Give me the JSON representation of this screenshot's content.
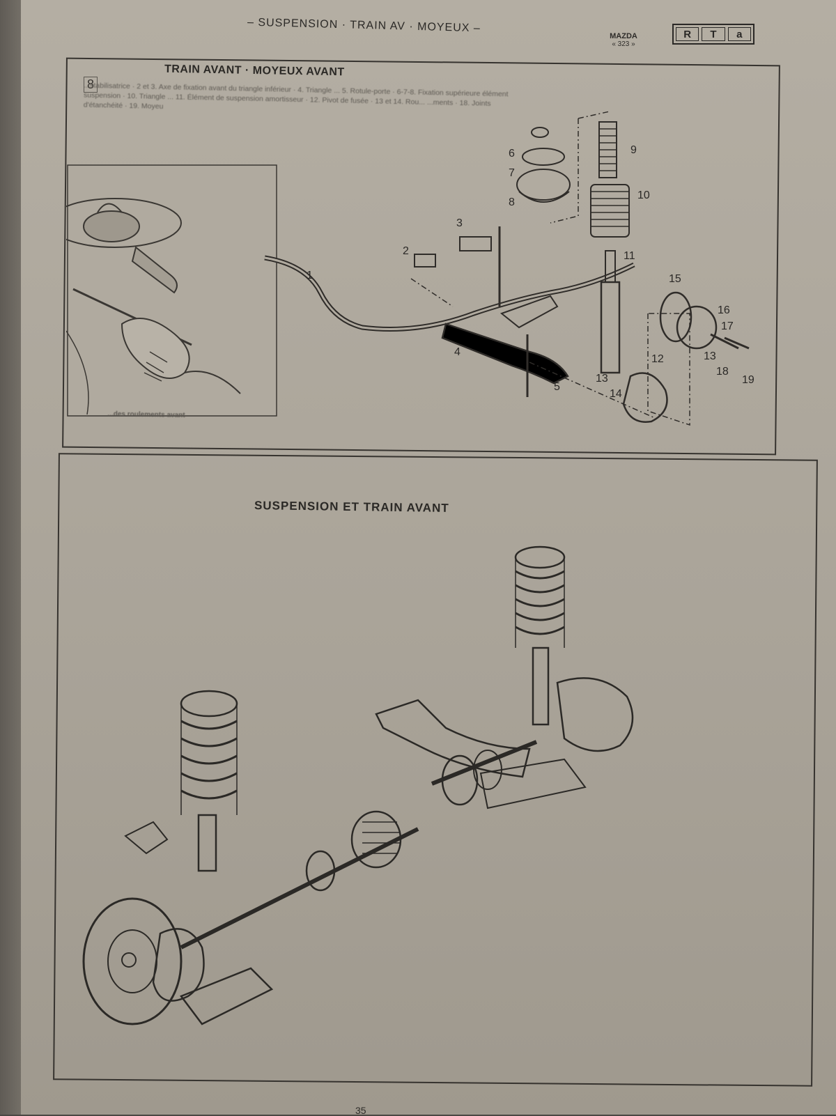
{
  "header": {
    "title": "– SUSPENSION · TRAIN AV · MOYEUX –",
    "brand": "MAZDA",
    "model": "« 323 »",
    "logo_letters": [
      "R",
      "T",
      "a"
    ]
  },
  "section": {
    "number": "8",
    "title": "TRAIN AVANT · MOYEUX AVANT",
    "caption": "...stabilisatrice · 2 et 3. Axe de fixation avant du triangle inférieur · 4. Triangle ... 5. Rotule-porte · 6-7-8. Fixation supérieure élément suspension · 10. Triangle ... 11. Élément de suspension amortisseur · 12. Pivot de fusée · 13 et 14. Rou... ...ments · 18. Joints d'étanchéité · 19. Moyeu",
    "photo_caption": "...des roulements avant"
  },
  "callouts": [
    "1",
    "2",
    "3",
    "4",
    "5",
    "6",
    "7",
    "8",
    "9",
    "10",
    "11",
    "12",
    "13",
    "13",
    "14",
    "15",
    "16",
    "17",
    "18",
    "19"
  ],
  "figure2": {
    "title": "SUSPENSION ET TRAIN AVANT"
  },
  "footer": {
    "page_number": "35"
  }
}
